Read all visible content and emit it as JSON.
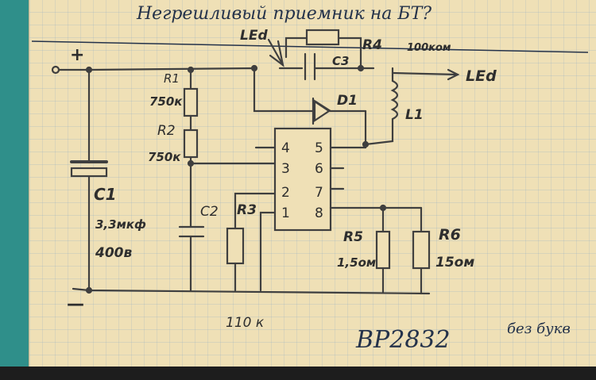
{
  "title": "Негрешливый приемник на БТ?",
  "labels": {
    "plus": "+",
    "minus": "—",
    "r1": "R1",
    "r1_value": "750к",
    "r2": "R2",
    "r2_value": "750к",
    "c1": "C1",
    "c1_value": "3,3мкф",
    "c1_voltage": "400в",
    "c2": "C2",
    "r3": "R3",
    "r3_value": "110 к",
    "led_top": "LEd",
    "led_right": "LEd",
    "c3": "C3",
    "r4": "R4",
    "r4_value": "100ком",
    "d1": "D1",
    "l1": "L1",
    "r5": "R5",
    "r5_value": "1,5ом",
    "r6": "R6",
    "r6_value": "15ом",
    "chip": "BP2832",
    "note": "без букв"
  },
  "pins": {
    "p4": "4",
    "p3": "3",
    "p2": "2",
    "p1": "1",
    "p5": "5",
    "p6": "6",
    "p7": "7",
    "p8": "8"
  },
  "colors": {
    "ink": "#24324a",
    "pencil": "#4a4a4a",
    "paper": "#efe0b6",
    "wall": "#2f8f8a"
  }
}
